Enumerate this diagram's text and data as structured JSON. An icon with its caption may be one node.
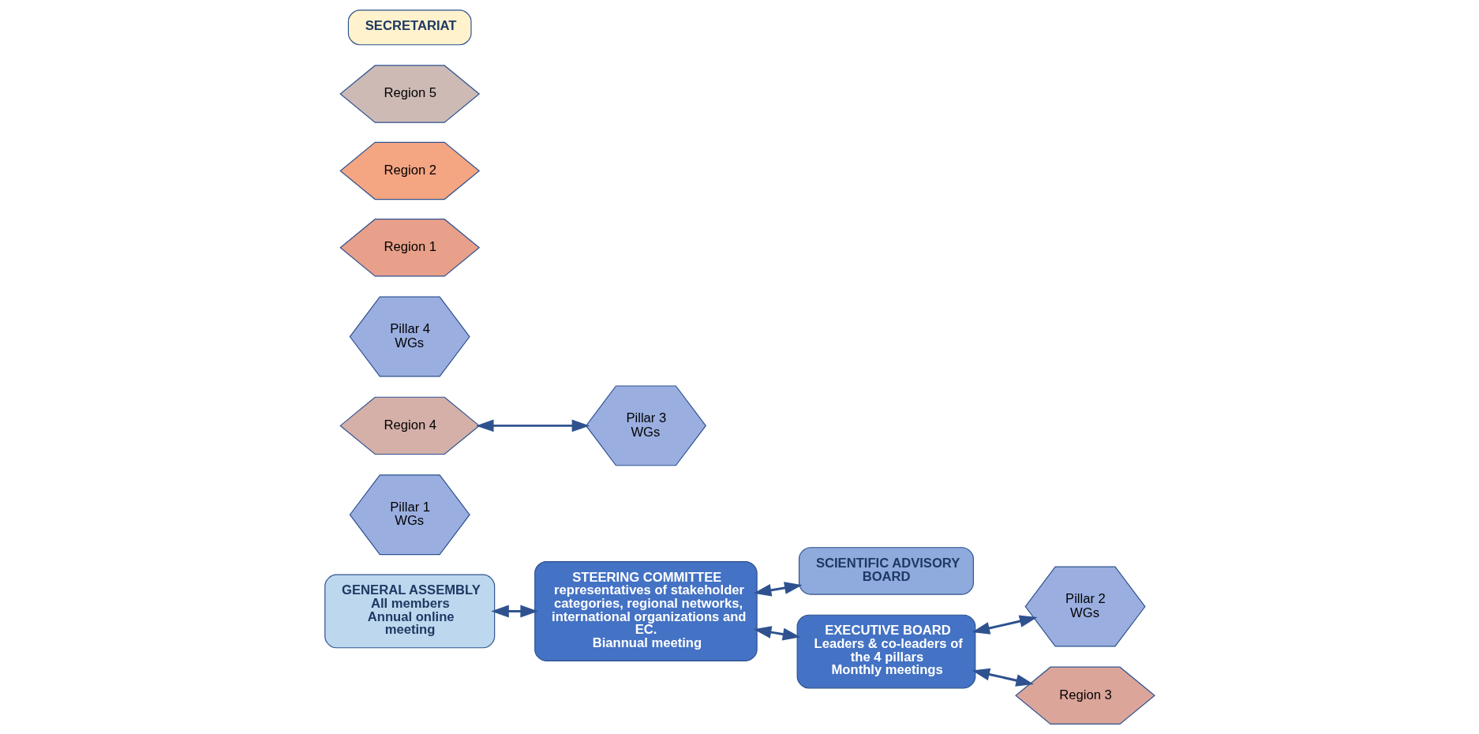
{
  "diagram": {
    "nodes": [
      {
        "text": [
          "GENERAL ASSEMBLY",
          "All members",
          "Annual online meeting"
        ]
      },
      {
        "text": [
          "STEERING COMMITTEE",
          "representatives of stakeholder categories, regional networks, international organizations and EC.",
          "Biannual meeting"
        ]
      },
      {
        "text": [
          "SCIENTIFIC ADVISORY BOARD"
        ]
      },
      {
        "text": [
          "EXECUTIVE BOARD",
          "Leaders & co-leaders of the 4 pillars",
          "Monthly meetings"
        ]
      },
      {
        "text": [
          "Pillar 1 WGs"
        ]
      },
      {
        "text": [
          "Pillar 2 WGs"
        ]
      },
      {
        "text": [
          "Pillar 3 WGs"
        ]
      },
      {
        "text": [
          "Pillar 4 WGs"
        ]
      },
      {
        "text": [
          "Region 1"
        ]
      },
      {
        "text": [
          "Region 2"
        ]
      },
      {
        "text": [
          "Region 3"
        ]
      },
      {
        "text": [
          "Region 4"
        ]
      },
      {
        "text": [
          "Region 5"
        ]
      },
      {
        "text": [
          "SECRETARIAT"
        ]
      }
    ],
    "edges": [
      {
        "from": 0,
        "to": 1,
        "arrow": "both"
      },
      {
        "from": 1,
        "to": 3,
        "arrow": "both"
      },
      {
        "from": 1,
        "to": 2,
        "arrow": "both"
      },
      {
        "from": 3,
        "to": 5,
        "arrow": "both"
      },
      {
        "from": 3,
        "to": 10,
        "arrow": "both"
      },
      {
        "from": 11,
        "to": 6,
        "arrow": "both"
      }
    ]
  }
}
